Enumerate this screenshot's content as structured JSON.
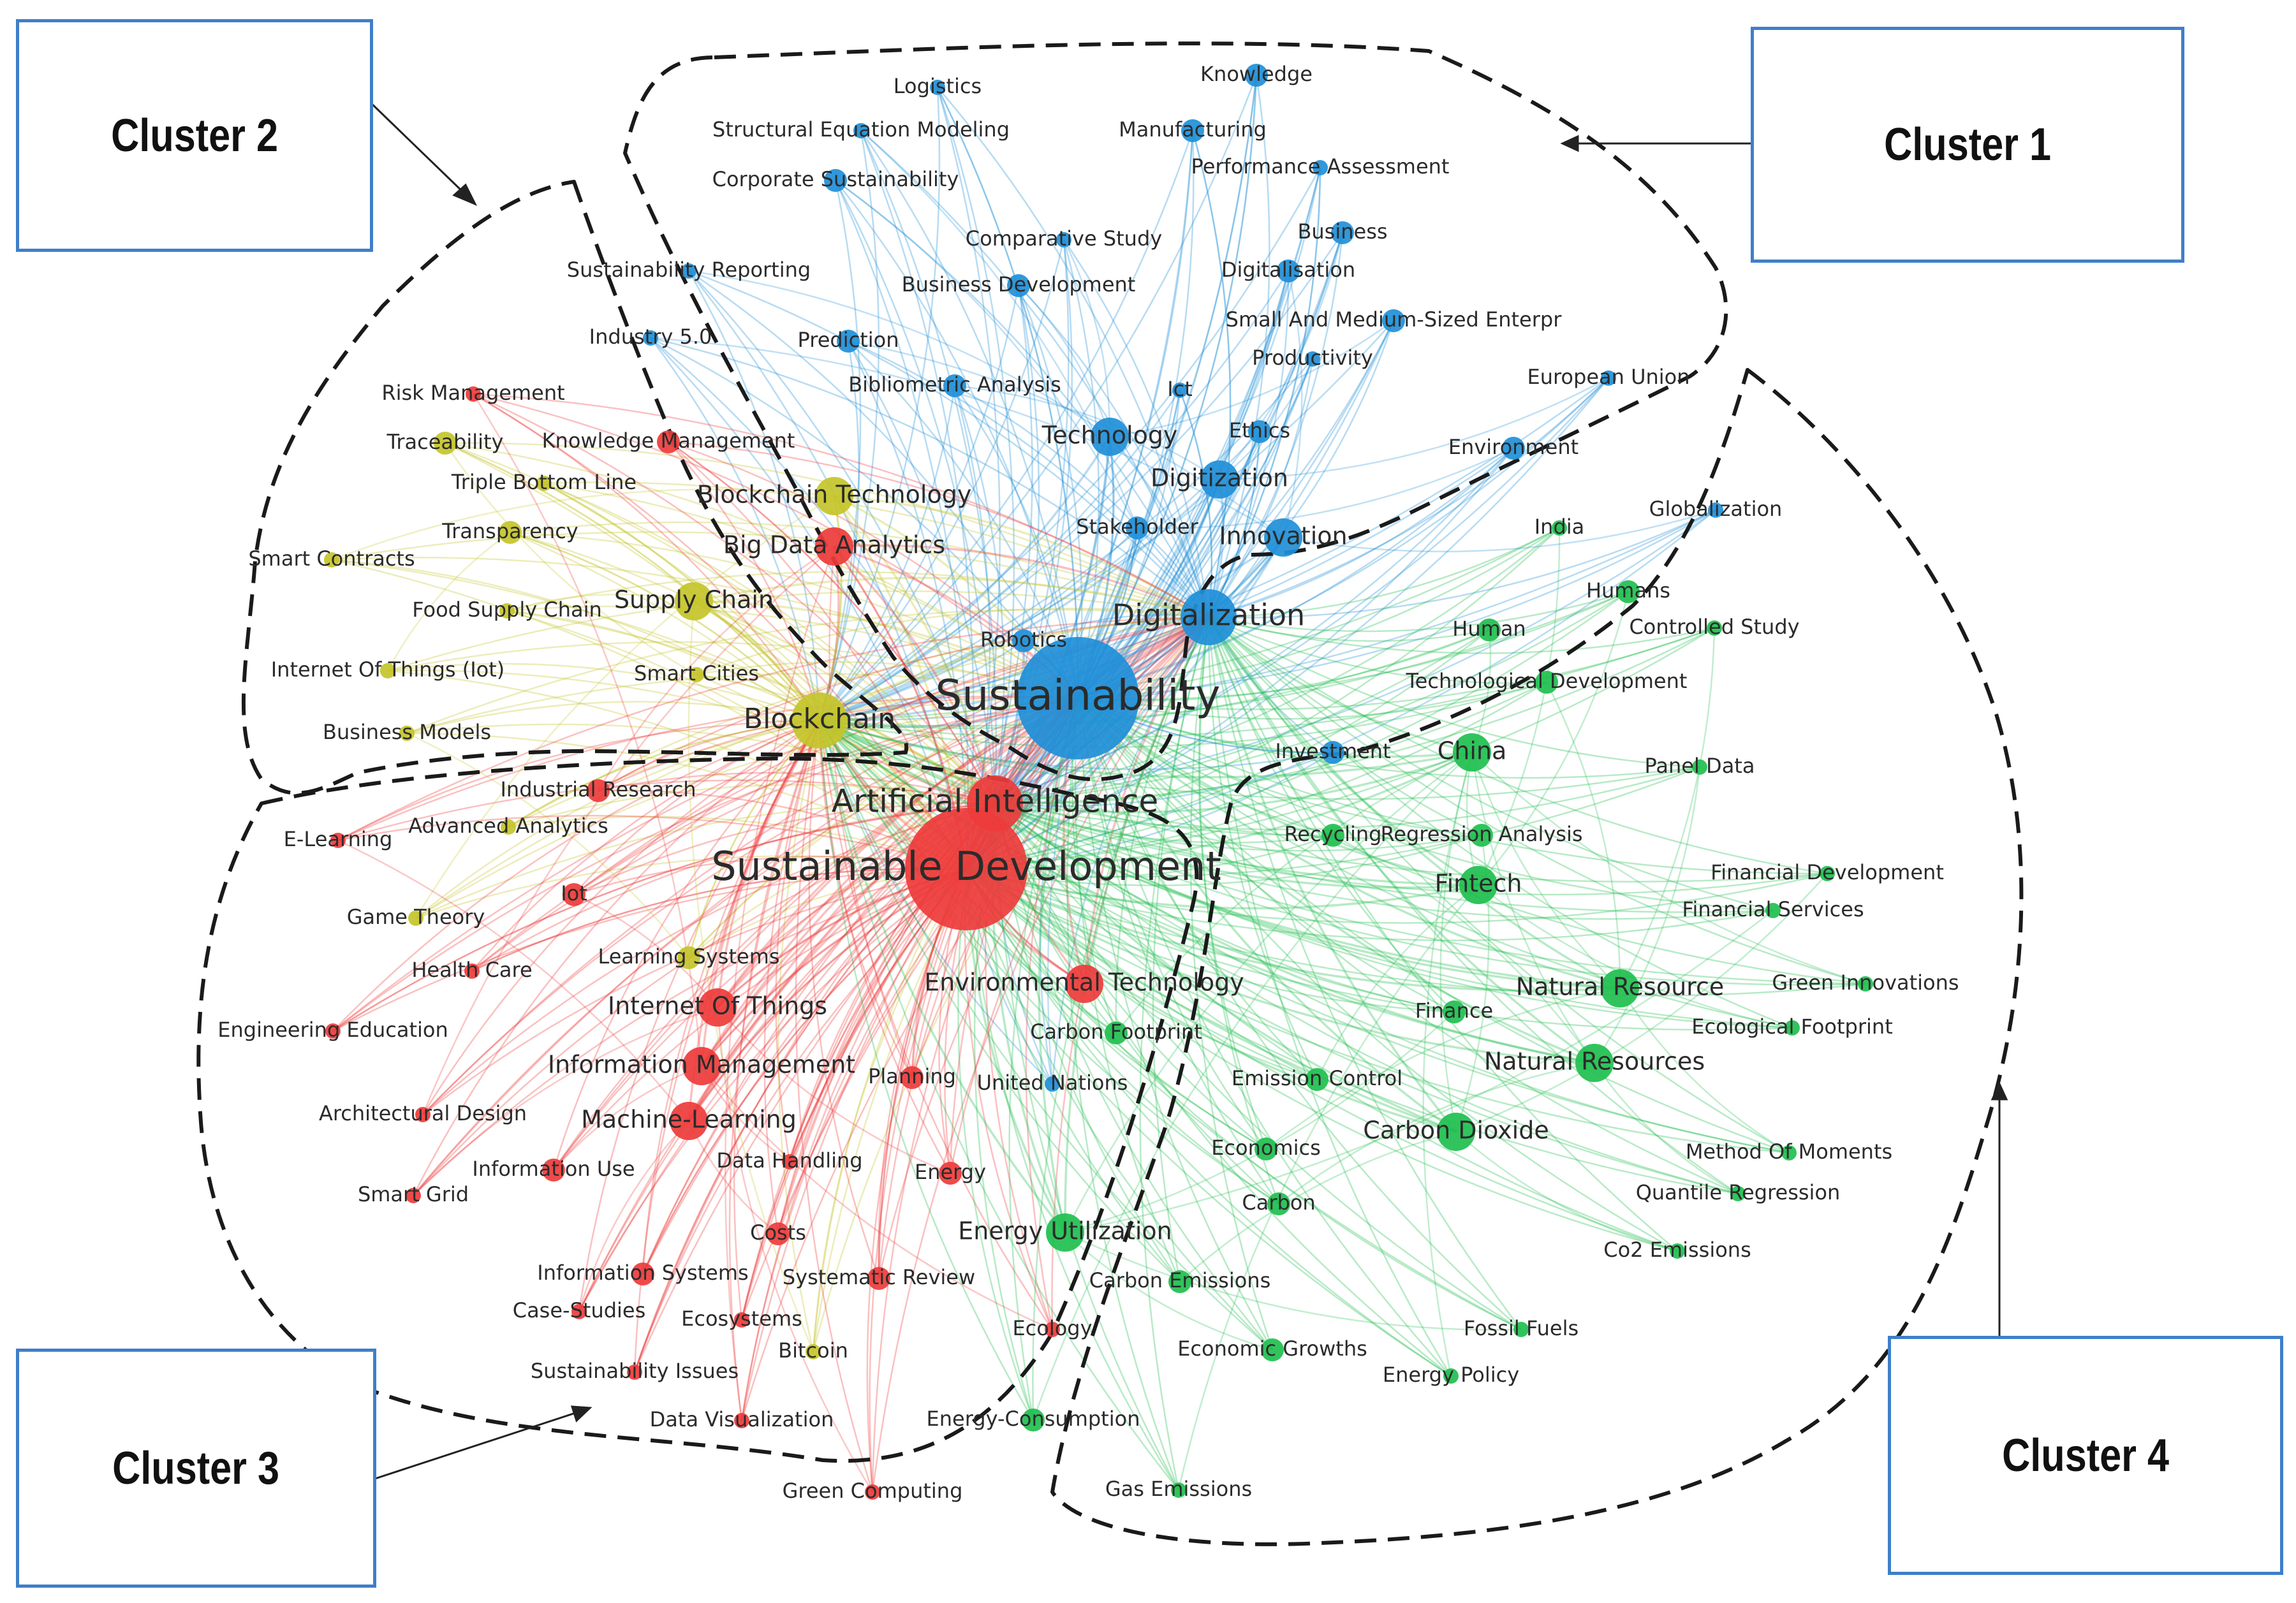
{
  "clusters": [
    {
      "id": "c1",
      "label": "Cluster 1",
      "color": "#1f8fd8"
    },
    {
      "id": "c2",
      "label": "Cluster 2",
      "color": "#c4c42a"
    },
    {
      "id": "c3",
      "label": "Cluster 3",
      "color": "#ee3b3b"
    },
    {
      "id": "c4",
      "label": "Cluster 4",
      "color": "#1fbf4f"
    }
  ],
  "nodes": [
    {
      "label": "Sustainability",
      "cluster": "c1",
      "weight": 5
    },
    {
      "label": "Digitalization",
      "cluster": "c1",
      "weight": 4
    },
    {
      "label": "Digitization",
      "cluster": "c1",
      "weight": 3
    },
    {
      "label": "Innovation",
      "cluster": "c1",
      "weight": 3
    },
    {
      "label": "Technology",
      "cluster": "c1",
      "weight": 3
    },
    {
      "label": "Stakeholder",
      "cluster": "c1",
      "weight": 2
    },
    {
      "label": "Robotics",
      "cluster": "c1",
      "weight": 2
    },
    {
      "label": "Ethics",
      "cluster": "c1",
      "weight": 2
    },
    {
      "label": "Ict",
      "cluster": "c1",
      "weight": 1
    },
    {
      "label": "Productivity",
      "cluster": "c1",
      "weight": 1
    },
    {
      "label": "Bibliometric Analysis",
      "cluster": "c1",
      "weight": 2
    },
    {
      "label": "Prediction",
      "cluster": "c1",
      "weight": 2
    },
    {
      "label": "Industry 5.0",
      "cluster": "c1",
      "weight": 1
    },
    {
      "label": "Business Development",
      "cluster": "c1",
      "weight": 2
    },
    {
      "label": "Comparative Study",
      "cluster": "c1",
      "weight": 1
    },
    {
      "label": "Corporate Sustainability",
      "cluster": "c1",
      "weight": 2
    },
    {
      "label": "Structural Equation Modeling",
      "cluster": "c1",
      "weight": 1
    },
    {
      "label": "Logistics",
      "cluster": "c1",
      "weight": 1
    },
    {
      "label": "Knowledge",
      "cluster": "c1",
      "weight": 2
    },
    {
      "label": "Manufacturing",
      "cluster": "c1",
      "weight": 2
    },
    {
      "label": "Performance Assessment",
      "cluster": "c1",
      "weight": 1
    },
    {
      "label": "Business",
      "cluster": "c1",
      "weight": 2
    },
    {
      "label": "Digitalisation",
      "cluster": "c1",
      "weight": 2
    },
    {
      "label": "Small And Medium-Sized Enterpr",
      "cluster": "c1",
      "weight": 2
    },
    {
      "label": "European Union",
      "cluster": "c1",
      "weight": 1
    },
    {
      "label": "Environment",
      "cluster": "c1",
      "weight": 2
    },
    {
      "label": "Globalization",
      "cluster": "c1",
      "weight": 1
    },
    {
      "label": "Investment",
      "cluster": "c1",
      "weight": 2
    },
    {
      "label": "Sustainability Reporting",
      "cluster": "c1",
      "weight": 1
    },
    {
      "label": "United Nations",
      "cluster": "c1",
      "weight": 1
    },
    {
      "label": "Blockchain",
      "cluster": "c2",
      "weight": 4
    },
    {
      "label": "Blockchain Technology",
      "cluster": "c2",
      "weight": 3
    },
    {
      "label": "Supply Chain",
      "cluster": "c2",
      "weight": 3
    },
    {
      "label": "Transparency",
      "cluster": "c2",
      "weight": 2
    },
    {
      "label": "Traceability",
      "cluster": "c2",
      "weight": 2
    },
    {
      "label": "Triple Bottom Line",
      "cluster": "c2",
      "weight": 1
    },
    {
      "label": "Smart Contracts",
      "cluster": "c2",
      "weight": 1
    },
    {
      "label": "Food Supply Chain",
      "cluster": "c2",
      "weight": 1
    },
    {
      "label": "Internet Of Things (Iot)",
      "cluster": "c2",
      "weight": 1
    },
    {
      "label": "Smart Cities",
      "cluster": "c2",
      "weight": 1
    },
    {
      "label": "Business Models",
      "cluster": "c2",
      "weight": 1
    },
    {
      "label": "Advanced Analytics",
      "cluster": "c2",
      "weight": 1
    },
    {
      "label": "Game Theory",
      "cluster": "c2",
      "weight": 1
    },
    {
      "label": "Learning Systems",
      "cluster": "c2",
      "weight": 2
    },
    {
      "label": "Bitcoin",
      "cluster": "c2",
      "weight": 1
    },
    {
      "label": "Sustainable Development",
      "cluster": "c3",
      "weight": 5
    },
    {
      "label": "Artificial Intelligence",
      "cluster": "c3",
      "weight": 4
    },
    {
      "label": "Big Data Analytics",
      "cluster": "c3",
      "weight": 3
    },
    {
      "label": "Knowledge Management",
      "cluster": "c3",
      "weight": 2
    },
    {
      "label": "Risk Management",
      "cluster": "c3",
      "weight": 1
    },
    {
      "label": "Industrial Research",
      "cluster": "c3",
      "weight": 2
    },
    {
      "label": "E-Learning",
      "cluster": "c3",
      "weight": 1
    },
    {
      "label": "Iot",
      "cluster": "c3",
      "weight": 2
    },
    {
      "label": "Health Care",
      "cluster": "c3",
      "weight": 1
    },
    {
      "label": "Engineering Education",
      "cluster": "c3",
      "weight": 1
    },
    {
      "label": "Internet Of Things",
      "cluster": "c3",
      "weight": 3
    },
    {
      "label": "Information Management",
      "cluster": "c3",
      "weight": 3
    },
    {
      "label": "Architectural Design",
      "cluster": "c3",
      "weight": 1
    },
    {
      "label": "Machine-Learning",
      "cluster": "c3",
      "weight": 3
    },
    {
      "label": "Information Use",
      "cluster": "c3",
      "weight": 2
    },
    {
      "label": "Smart Grid",
      "cluster": "c3",
      "weight": 1
    },
    {
      "label": "Data Handling",
      "cluster": "c3",
      "weight": 1
    },
    {
      "label": "Costs",
      "cluster": "c3",
      "weight": 2
    },
    {
      "label": "Information Systems",
      "cluster": "c3",
      "weight": 2
    },
    {
      "label": "Case-Studies",
      "cluster": "c3",
      "weight": 1
    },
    {
      "label": "Systematic Review",
      "cluster": "c3",
      "weight": 2
    },
    {
      "label": "Ecosystems",
      "cluster": "c3",
      "weight": 1
    },
    {
      "label": "Sustainability Issues",
      "cluster": "c3",
      "weight": 1
    },
    {
      "label": "Data Visualization",
      "cluster": "c3",
      "weight": 1
    },
    {
      "label": "Green Computing",
      "cluster": "c3",
      "weight": 1
    },
    {
      "label": "Planning",
      "cluster": "c3",
      "weight": 2
    },
    {
      "label": "Energy",
      "cluster": "c3",
      "weight": 2
    },
    {
      "label": "Environmental Technology",
      "cluster": "c3",
      "weight": 3
    },
    {
      "label": "Ecology",
      "cluster": "c3",
      "weight": 1
    },
    {
      "label": "China",
      "cluster": "c4",
      "weight": 3
    },
    {
      "label": "Human",
      "cluster": "c4",
      "weight": 2
    },
    {
      "label": "Humans",
      "cluster": "c4",
      "weight": 2
    },
    {
      "label": "India",
      "cluster": "c4",
      "weight": 1
    },
    {
      "label": "Controlled Study",
      "cluster": "c4",
      "weight": 1
    },
    {
      "label": "Technological Development",
      "cluster": "c4",
      "weight": 2
    },
    {
      "label": "Panel Data",
      "cluster": "c4",
      "weight": 1
    },
    {
      "label": "Recycling",
      "cluster": "c4",
      "weight": 2
    },
    {
      "label": "Regression Analysis",
      "cluster": "c4",
      "weight": 2
    },
    {
      "label": "Fintech",
      "cluster": "c4",
      "weight": 3
    },
    {
      "label": "Financial Development",
      "cluster": "c4",
      "weight": 1
    },
    {
      "label": "Financial Services",
      "cluster": "c4",
      "weight": 1
    },
    {
      "label": "Green Innovations",
      "cluster": "c4",
      "weight": 1
    },
    {
      "label": "Natural Resource",
      "cluster": "c4",
      "weight": 3
    },
    {
      "label": "Ecological Footprint",
      "cluster": "c4",
      "weight": 1
    },
    {
      "label": "Finance",
      "cluster": "c4",
      "weight": 2
    },
    {
      "label": "Natural Resources",
      "cluster": "c4",
      "weight": 3
    },
    {
      "label": "Carbon Footprint",
      "cluster": "c4",
      "weight": 2
    },
    {
      "label": "Emission Control",
      "cluster": "c4",
      "weight": 2
    },
    {
      "label": "Carbon Dioxide",
      "cluster": "c4",
      "weight": 3
    },
    {
      "label": "Economics",
      "cluster": "c4",
      "weight": 2
    },
    {
      "label": "Carbon",
      "cluster": "c4",
      "weight": 2
    },
    {
      "label": "Method Of Moments",
      "cluster": "c4",
      "weight": 1
    },
    {
      "label": "Quantile Regression",
      "cluster": "c4",
      "weight": 1
    },
    {
      "label": "Co2 Emissions",
      "cluster": "c4",
      "weight": 1
    },
    {
      "label": "Energy Utilization",
      "cluster": "c4",
      "weight": 3
    },
    {
      "label": "Carbon Emissions",
      "cluster": "c4",
      "weight": 2
    },
    {
      "label": "Economic Growths",
      "cluster": "c4",
      "weight": 2
    },
    {
      "label": "Fossil Fuels",
      "cluster": "c4",
      "weight": 1
    },
    {
      "label": "Energy Policy",
      "cluster": "c4",
      "weight": 1
    },
    {
      "label": "Energy-Consumption",
      "cluster": "c4",
      "weight": 2
    },
    {
      "label": "Gas Emissions",
      "cluster": "c4",
      "weight": 1
    }
  ]
}
